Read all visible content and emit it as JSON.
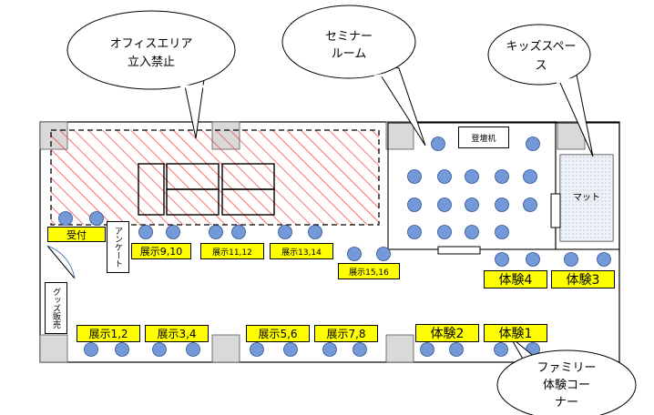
{
  "bubbles": {
    "office": {
      "line1": "オフィスエリア",
      "line2": "立入禁止"
    },
    "seminar": {
      "line1": "セミナー",
      "line2": "ルーム"
    },
    "kids": {
      "line1": "キッズスペー",
      "line2": "ス"
    },
    "family": {
      "line1": "ファミリー",
      "line2": "体験コー",
      "line3": "ナー"
    }
  },
  "fixtures": {
    "podium": "登壇机",
    "mat": "マット",
    "reception": "受付",
    "survey": "アンケート",
    "goods": "グッズ販売"
  },
  "booths": {
    "b9_10": "展示9,10",
    "b11_12": "展示11,12",
    "b13_14": "展示13,14",
    "b15_16": "展示15,16",
    "b1_2": "展示1,2",
    "b3_4": "展示3,4",
    "b5_6": "展示5,6",
    "b7_8": "展示7,8",
    "t1": "体験1",
    "t2": "体験2",
    "t3": "体験3",
    "t4": "体験4"
  },
  "colors": {
    "hatch": "#ff3333",
    "seat": "#7399d9",
    "pillar": "#d9d9d9",
    "label": "#ffff00"
  }
}
